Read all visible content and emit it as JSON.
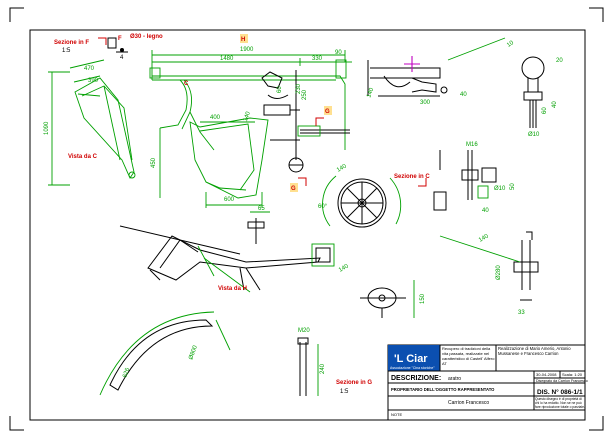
{
  "labels": {
    "sezione_f": "Sezione in F",
    "sezione_f_scale": "1:5",
    "legno": "Ø30 - legno",
    "h_mark": "H",
    "g_mark_1": "G",
    "g_mark_2": "G",
    "vista_c": "Vista da C",
    "c_mark": "C",
    "sezione_c": "Sezione in C",
    "vista_h": "Vista da H",
    "sezione_g": "Sezione in G",
    "sezione_g_scale": "1:5",
    "f_mark": "F"
  },
  "dims": {
    "d1900": "1900",
    "d1480": "1480",
    "d330": "330",
    "d90": "90",
    "d470": "470",
    "d390": "390",
    "d1090": "1090",
    "d400": "400",
    "d450": "450",
    "d600": "600",
    "d140": "140",
    "d60": "60",
    "d250": "250",
    "d230": "230",
    "d10": "10",
    "d300": "300",
    "d140b": "140",
    "d140c": "140",
    "d140d": "140",
    "d40": "40",
    "d40b": "40",
    "d60b": "60",
    "d20": "20",
    "d10b": "Ø10",
    "m16": "M16",
    "d10c": "Ø10",
    "d50": "50",
    "d40c": "40",
    "d140e": "140",
    "d280": "Ø280",
    "d60c": "60°",
    "d65": "65",
    "d150": "150",
    "d33": "33",
    "d800": "Ø800",
    "d626": "626",
    "m20": "M20",
    "d240": "240",
    "d4": "4"
  },
  "title_block": {
    "logo": "'L Ciar",
    "logo_sub": "Associazione \"Cina storiche\"",
    "project_desc": "Recupero di tradizioni della vita passata, realizzate nel caratteristico di Castellʼ Alfero AT",
    "authors": "Realizzazione di Mario Amerio, Antonio Mussanese e Francesco Carrion",
    "descrizione_label": "DESCRIZIONE:",
    "descrizione_value": "aratro",
    "date": "30-04-2008",
    "scale": "Scala: 1:20",
    "disegnato": "Disegnato da Carrion Francesco",
    "proprietario_label": "PROPRIETARIO DELL'OGGETTO RAPPRESENTATO",
    "proprietario_value": "Carrion Francesco",
    "disegno_number": "DIS. N° 086-1/1",
    "notes": "Questo disegno è di proprietà di chi lo ha redatto. Non se ne può fare riproduzione totale o parziale.",
    "note_label": "NOTE"
  }
}
